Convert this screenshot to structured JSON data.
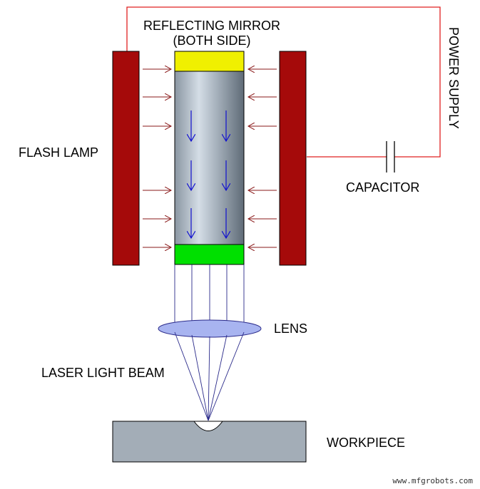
{
  "labels": {
    "mirror_line1": "REFLECTING MIRROR",
    "mirror_line2": "(BOTH SIDE)",
    "power_supply": "POWER SUPPLY",
    "flash_lamp": "FLASH LAMP",
    "capacitor": "CAPACITOR",
    "lens": "LENS",
    "beam": "LASER LIGHT BEAM",
    "workpiece": "WORKPIECE",
    "watermark": "www.mfgrobots.com"
  },
  "colors": {
    "lamp": "#a50a0a",
    "mirror_top": "#f0f000",
    "mirror_bottom": "#00e000",
    "rod_light": "#c7d2dc",
    "rod_dark": "#6e7a86",
    "wire": "#e02020",
    "lamp_arrow": "#8a1a1a",
    "rod_arrow": "#1010d0",
    "lens": "#a8b4f0",
    "workpiece": "#a3adb7"
  }
}
